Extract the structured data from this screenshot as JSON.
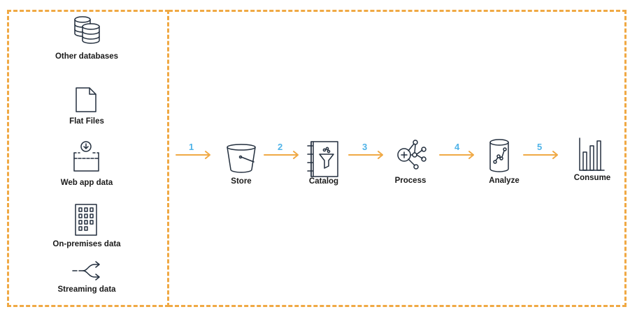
{
  "sources": [
    {
      "label": "Other databases",
      "icon": "databases-icon"
    },
    {
      "label": "Flat Files",
      "icon": "file-icon"
    },
    {
      "label": "Web app data",
      "icon": "web-app-icon"
    },
    {
      "label": "On-premises data",
      "icon": "building-icon"
    },
    {
      "label": "Streaming data",
      "icon": "streaming-icon"
    }
  ],
  "steps": [
    {
      "number": "1",
      "label": "Store",
      "icon": "bucket-icon"
    },
    {
      "number": "2",
      "label": "Catalog",
      "icon": "catalog-icon"
    },
    {
      "number": "3",
      "label": "Process",
      "icon": "process-icon"
    },
    {
      "number": "4",
      "label": "Analyze",
      "icon": "analyze-icon"
    },
    {
      "number": "5",
      "label": "Consume",
      "icon": "chart-icon"
    }
  ],
  "colors": {
    "border": "#f0a944",
    "number": "#4fb3e8",
    "icon": "#232f3e"
  }
}
